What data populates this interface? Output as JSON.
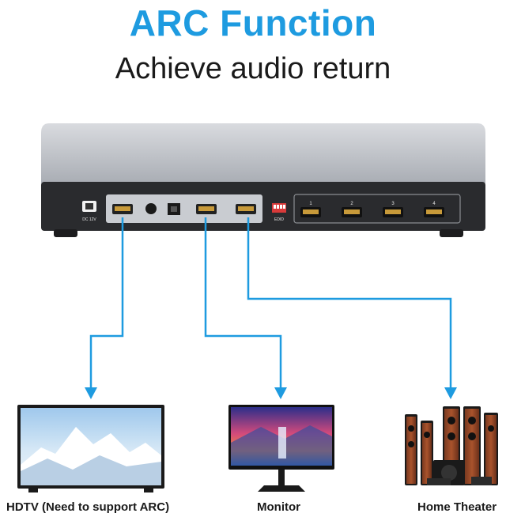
{
  "header": {
    "title": "ARC Function",
    "subtitle": "Achieve audio return"
  },
  "device": {
    "dc_label": "DC 12V",
    "edid_label": "EDID",
    "output_port_labels": [
      "1",
      "2",
      "3",
      "4"
    ],
    "chassis_color": "#b9bcc2",
    "panel_color": "#2a2b2e"
  },
  "connections": {
    "line_color": "#1e9be0"
  },
  "devices": [
    {
      "label": "HDTV (Need to support ARC)",
      "icon": "hdtv-icon"
    },
    {
      "label": "Monitor",
      "icon": "monitor-icon"
    },
    {
      "label": "Home Theater",
      "icon": "home-theater-icon"
    }
  ]
}
